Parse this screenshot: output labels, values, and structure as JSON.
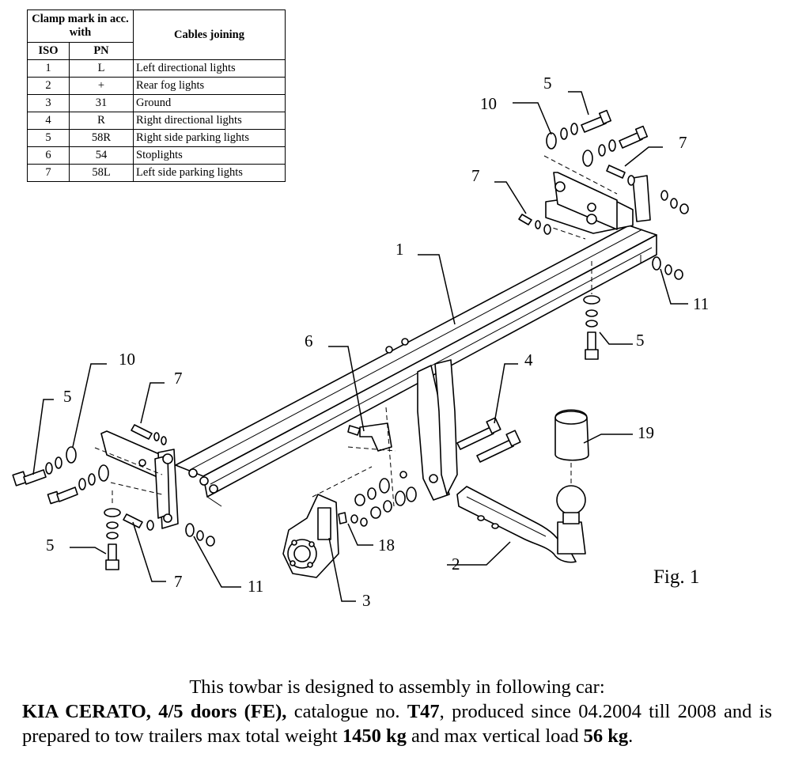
{
  "table": {
    "header_clamp": "Clamp mark in acc. with",
    "header_iso": "ISO",
    "header_pn": "PN",
    "header_cables": "Cables joining",
    "rows": [
      {
        "iso": "1",
        "pn": "L",
        "cable": "Left directional lights"
      },
      {
        "iso": "2",
        "pn": "+",
        "cable": "Rear fog lights"
      },
      {
        "iso": "3",
        "pn": "31",
        "cable": "Ground"
      },
      {
        "iso": "4",
        "pn": "R",
        "cable": "Right directional lights"
      },
      {
        "iso": "5",
        "pn": "58R",
        "cable": "Right side parking lights"
      },
      {
        "iso": "6",
        "pn": "54",
        "cable": "Stoplights"
      },
      {
        "iso": "7",
        "pn": "58L",
        "cable": "Left side parking lights"
      }
    ]
  },
  "diagram": {
    "figure_label": "Fig. 1",
    "callouts": {
      "c10_top": "10",
      "c5_top": "5",
      "c7_top_right": "7",
      "c7_top_left": "7",
      "c1": "1",
      "c11_right": "11",
      "c5_right": "5",
      "c6": "6",
      "c4": "4",
      "c10_left": "10",
      "c7_left": "7",
      "c5_left": "5",
      "c19": "19",
      "c5_bottom_left": "5",
      "c7_bottom": "7",
      "c11_bottom": "11",
      "c18": "18",
      "c2": "2",
      "c3": "3"
    }
  },
  "caption": {
    "line1": "This towbar is designed to assembly in following car:",
    "car": "KIA CERATO, 4/5 doors (FE),",
    "catalogue_text": " catalogue no. ",
    "catalogue_no": "T47",
    "produced_text": ", produced since 04.2004 till 2008 and is prepared to tow trailers max total weight ",
    "max_weight": "1450 kg",
    "vertical_text": " and max vertical load ",
    "vertical_load": "56 kg",
    "end": "."
  }
}
